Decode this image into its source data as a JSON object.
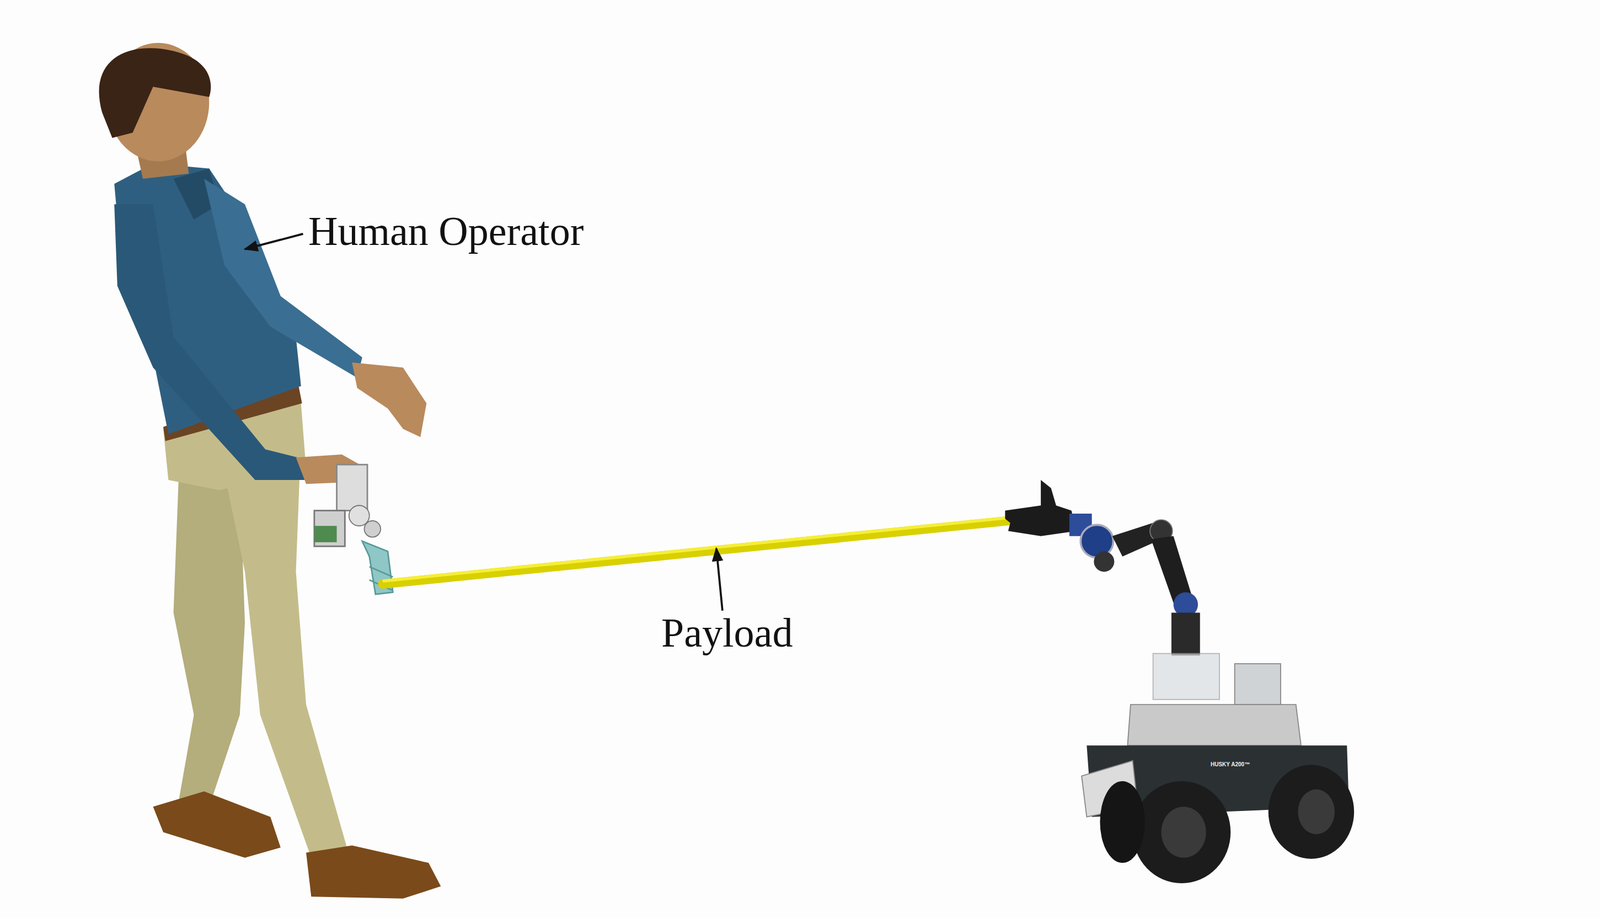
{
  "diagram": {
    "labels": [
      "Human Operator",
      "Payload",
      "HUSKY A200™"
    ]
  }
}
